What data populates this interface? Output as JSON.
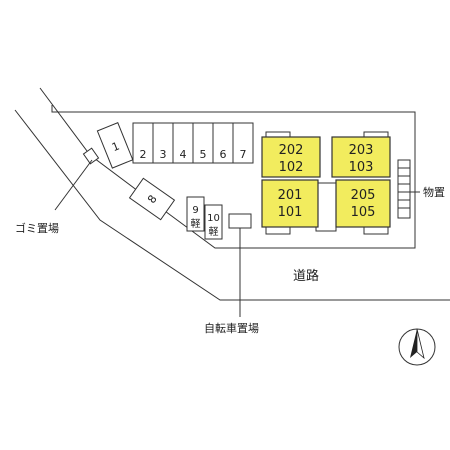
{
  "labels": {
    "garbage": "ゴミ置場",
    "storage": "物置",
    "bicycle": "自転車置場",
    "road": "道路"
  },
  "parking": {
    "spaces": [
      "1",
      "2",
      "3",
      "4",
      "5",
      "6",
      "7",
      "8"
    ],
    "kei_spaces": [
      {
        "number": "9",
        "type": "軽"
      },
      {
        "number": "10",
        "type": "軽"
      }
    ]
  },
  "building": {
    "units": [
      {
        "upper": "202",
        "lower": "102"
      },
      {
        "upper": "203",
        "lower": "103"
      },
      {
        "upper": "201",
        "lower": "101"
      },
      {
        "upper": "205",
        "lower": "105"
      }
    ]
  },
  "colors": {
    "unit_fill": "#f2ec5e",
    "line": "#333333",
    "background": "#ffffff"
  },
  "icons": {
    "compass": "north-arrow-icon"
  }
}
